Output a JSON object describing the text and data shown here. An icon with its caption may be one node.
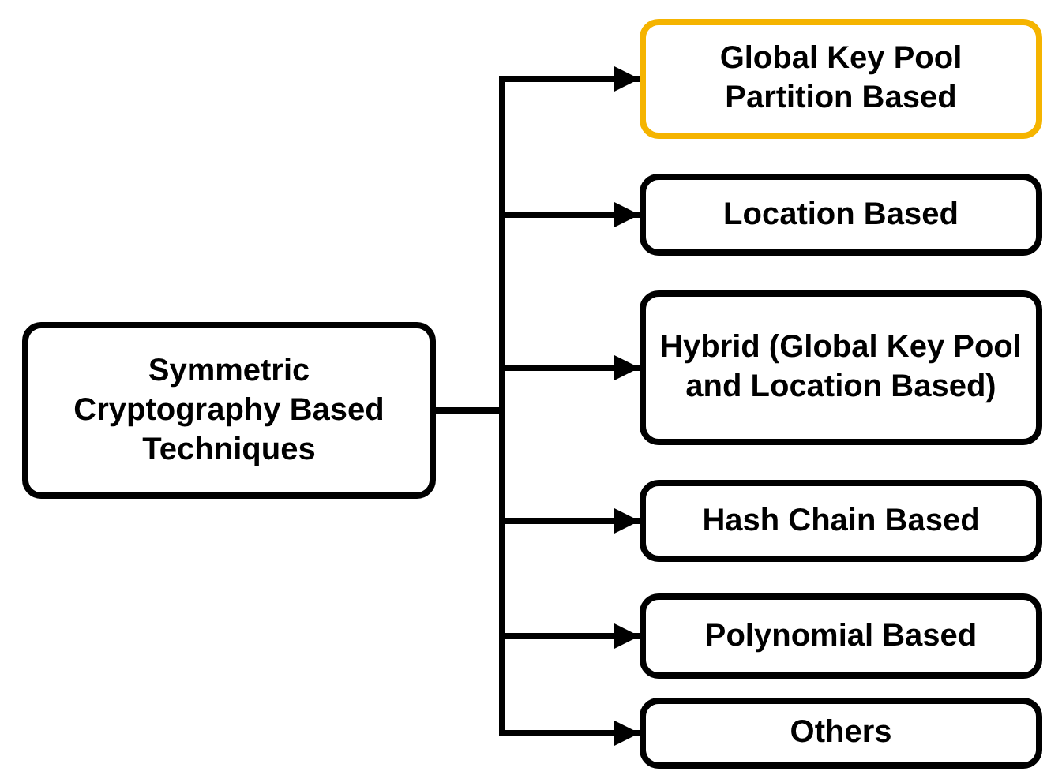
{
  "diagram": {
    "nodes": [
      {
        "text": [
          "Symmetric Cryptography Based Techniques"
        ]
      },
      {
        "text": [
          "Global Key Pool Partition Based"
        ]
      },
      {
        "text": [
          "Location Based"
        ]
      },
      {
        "text": [
          "Hybrid (Global Key Pool and Location Based)"
        ]
      },
      {
        "text": [
          "Hash Chain Based"
        ]
      },
      {
        "text": [
          "Polynomial Based"
        ]
      },
      {
        "text": [
          "Others"
        ]
      }
    ],
    "edges": [
      {
        "from": 0,
        "to": 1,
        "arrow": "to"
      },
      {
        "from": 0,
        "to": 2,
        "arrow": "to"
      },
      {
        "from": 0,
        "to": 3,
        "arrow": "to"
      },
      {
        "from": 0,
        "to": 4,
        "arrow": "to"
      },
      {
        "from": 0,
        "to": 5,
        "arrow": "to"
      },
      {
        "from": 0,
        "to": 6,
        "arrow": "to"
      }
    ]
  }
}
